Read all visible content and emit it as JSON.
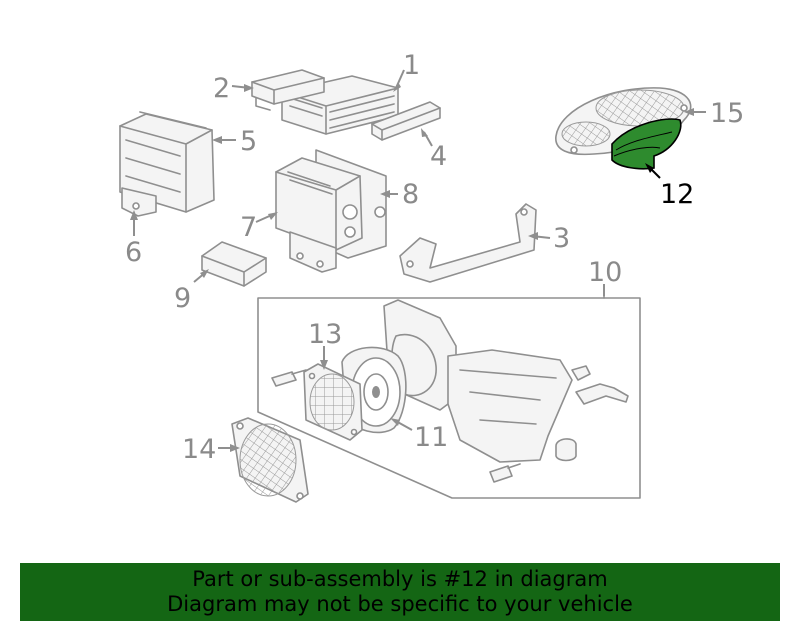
{
  "diagram": {
    "highlight_color": "#2e8b2e",
    "callouts": [
      {
        "id": "1",
        "label": "1"
      },
      {
        "id": "2",
        "label": "2"
      },
      {
        "id": "3",
        "label": "3"
      },
      {
        "id": "4",
        "label": "4"
      },
      {
        "id": "5",
        "label": "5"
      },
      {
        "id": "6",
        "label": "6"
      },
      {
        "id": "7",
        "label": "7"
      },
      {
        "id": "8",
        "label": "8"
      },
      {
        "id": "9",
        "label": "9"
      },
      {
        "id": "10",
        "label": "10"
      },
      {
        "id": "11",
        "label": "11"
      },
      {
        "id": "12",
        "label": "12",
        "highlighted": true
      },
      {
        "id": "13",
        "label": "13"
      },
      {
        "id": "14",
        "label": "14"
      },
      {
        "id": "15",
        "label": "15"
      }
    ]
  },
  "banner": {
    "background": "#146614",
    "line1": "Part or sub-assembly is #12 in diagram",
    "line2": "Diagram may not be specific to your vehicle"
  }
}
